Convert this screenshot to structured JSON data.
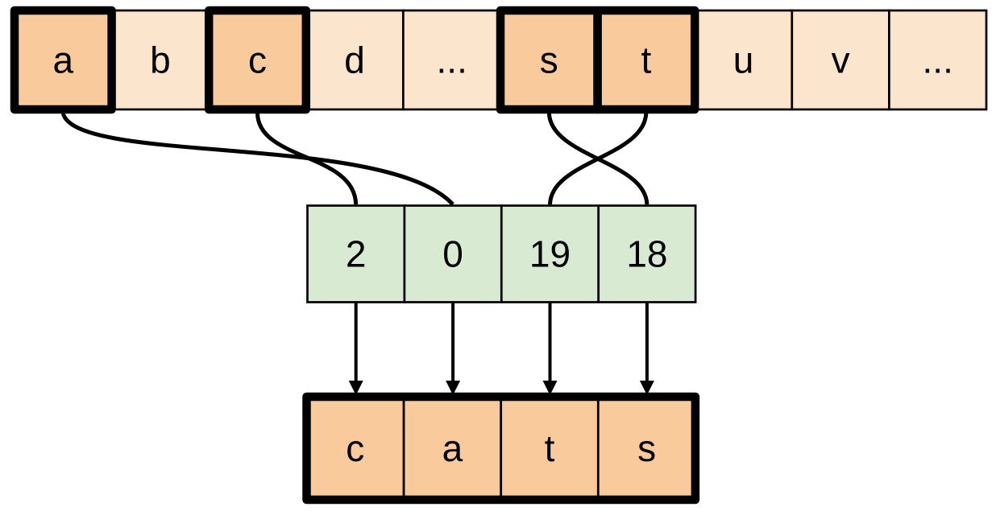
{
  "colors": {
    "plain_fill": "#FCE5CD",
    "highlight_fill": "#F9CB9C",
    "index_fill": "#D9EAD3",
    "stroke": "#000000"
  },
  "alphabet_row": {
    "cells": [
      {
        "label": "a",
        "highlighted": true
      },
      {
        "label": "b",
        "highlighted": false
      },
      {
        "label": "c",
        "highlighted": true
      },
      {
        "label": "d",
        "highlighted": false
      },
      {
        "label": "...",
        "highlighted": false
      },
      {
        "label": "s",
        "highlighted": true
      },
      {
        "label": "t",
        "highlighted": true
      },
      {
        "label": "u",
        "highlighted": false
      },
      {
        "label": "v",
        "highlighted": false
      },
      {
        "label": "...",
        "highlighted": false
      }
    ]
  },
  "index_row": {
    "cells": [
      {
        "label": "2"
      },
      {
        "label": "0"
      },
      {
        "label": "19"
      },
      {
        "label": "18"
      }
    ]
  },
  "output_row": {
    "cells": [
      {
        "label": "c"
      },
      {
        "label": "a"
      },
      {
        "label": "t"
      },
      {
        "label": "s"
      }
    ]
  },
  "connections": [
    {
      "from": "a",
      "to_index": "0"
    },
    {
      "from": "c",
      "to_index": "2"
    },
    {
      "from": "s",
      "to_index": "18"
    },
    {
      "from": "t",
      "to_index": "19"
    }
  ]
}
